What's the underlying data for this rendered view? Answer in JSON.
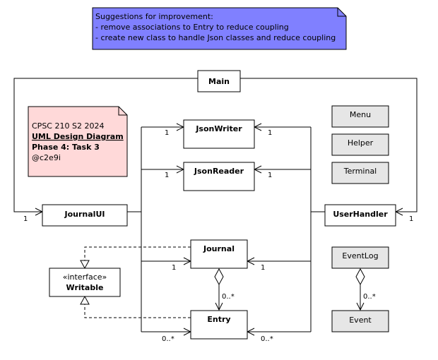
{
  "suggestion_note": {
    "lines": [
      "Suggestions for improvement:",
      "- remove associations to Entry to reduce coupling",
      "- create new class to handle Json classes and reduce coupling"
    ],
    "fill_color": "#8080ff"
  },
  "info_note": {
    "course": "CPSC 210 S2 2024",
    "title": "UML Design Diagram",
    "phase": "Phase 4: Task 3",
    "author": "@c2e9i",
    "fill_color": "#ffd9d9"
  },
  "classes": {
    "main": "Main",
    "json_writer": "JsonWriter",
    "json_reader": "JsonReader",
    "journal_ui": "JournalUI",
    "user_handler": "UserHandler",
    "journal": "Journal",
    "entry": "Entry",
    "writable_stereotype": "«interface»",
    "writable": "Writable",
    "menu": "Menu",
    "helper": "Helper",
    "terminal": "Terminal",
    "event_log": "EventLog",
    "event": "Event",
    "utility_fill_color": "#e6e6e6"
  },
  "multiplicities": {
    "main_to_journalui": "1",
    "main_to_userhandler": "1",
    "ui_to_writer": "1",
    "ui_to_reader": "1",
    "ui_to_journal": "1",
    "ui_to_entry": "0..*",
    "uh_to_writer": "1",
    "uh_to_reader": "1",
    "uh_to_journal": "1",
    "uh_to_entry": "0..*",
    "journal_to_entry": "0..*",
    "eventlog_to_event": "0..*"
  }
}
